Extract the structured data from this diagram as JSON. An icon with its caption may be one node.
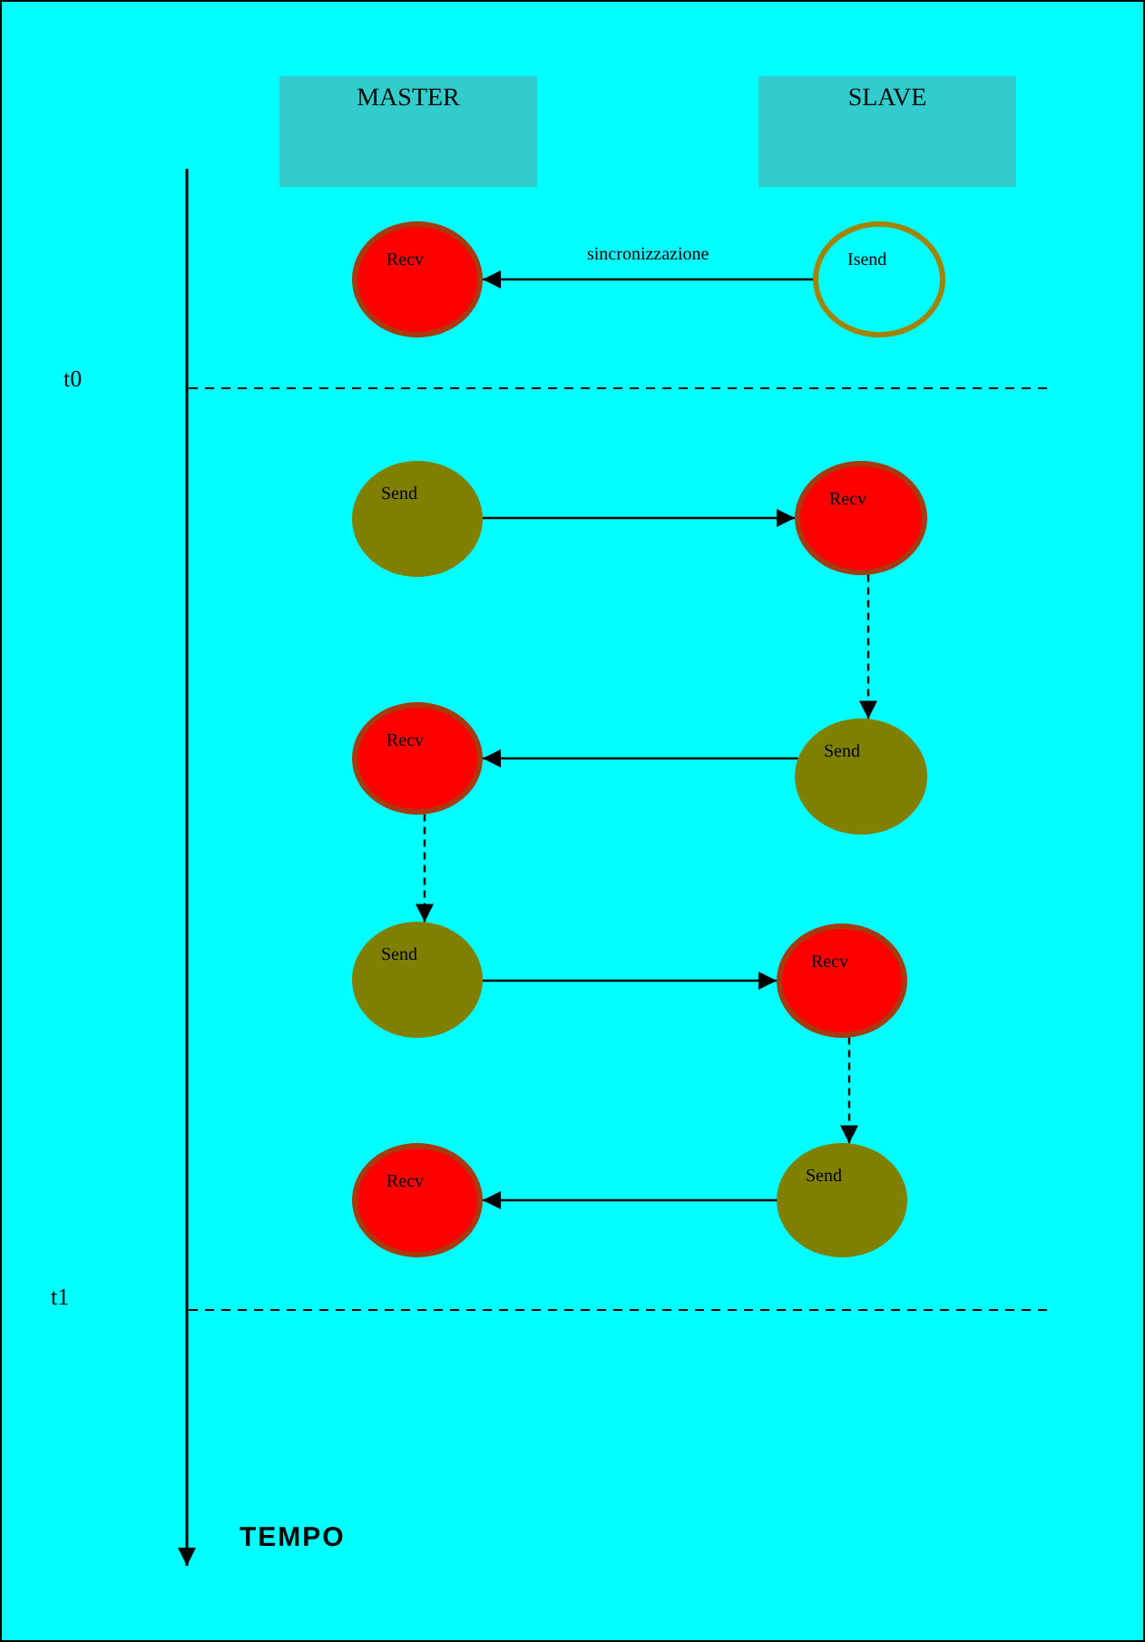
{
  "diagram": {
    "nodes": [
      {
        "text": [
          "MASTER"
        ]
      },
      {
        "text": [
          "SLAVE"
        ]
      },
      {
        "text": [
          "Recv"
        ]
      },
      {
        "text": [
          "Isend"
        ]
      },
      {
        "text": [
          "Send"
        ]
      },
      {
        "text": [
          "Recv"
        ]
      },
      {
        "text": [
          "Recv"
        ]
      },
      {
        "text": [
          "Send"
        ]
      },
      {
        "text": [
          "Send"
        ]
      },
      {
        "text": [
          "Recv"
        ]
      },
      {
        "text": [
          "Recv"
        ]
      },
      {
        "text": [
          "Send"
        ]
      }
    ],
    "edges": [
      {
        "from": 3,
        "to": 2,
        "arrow": "to",
        "label": "sincronizzazione"
      },
      {
        "from": 4,
        "to": 5,
        "arrow": "to"
      },
      {
        "from": 5,
        "to": 7,
        "arrow": "to",
        "style": "dashed"
      },
      {
        "from": 7,
        "to": 6,
        "arrow": "to"
      },
      {
        "from": 6,
        "to": 8,
        "arrow": "to",
        "style": "dashed"
      },
      {
        "from": 8,
        "to": 9,
        "arrow": "to"
      },
      {
        "from": 9,
        "to": 11,
        "arrow": "to",
        "style": "dashed"
      },
      {
        "from": 11,
        "to": 10,
        "arrow": "to"
      }
    ],
    "labels": [
      "t0",
      "t1",
      "TEMPO"
    ]
  }
}
